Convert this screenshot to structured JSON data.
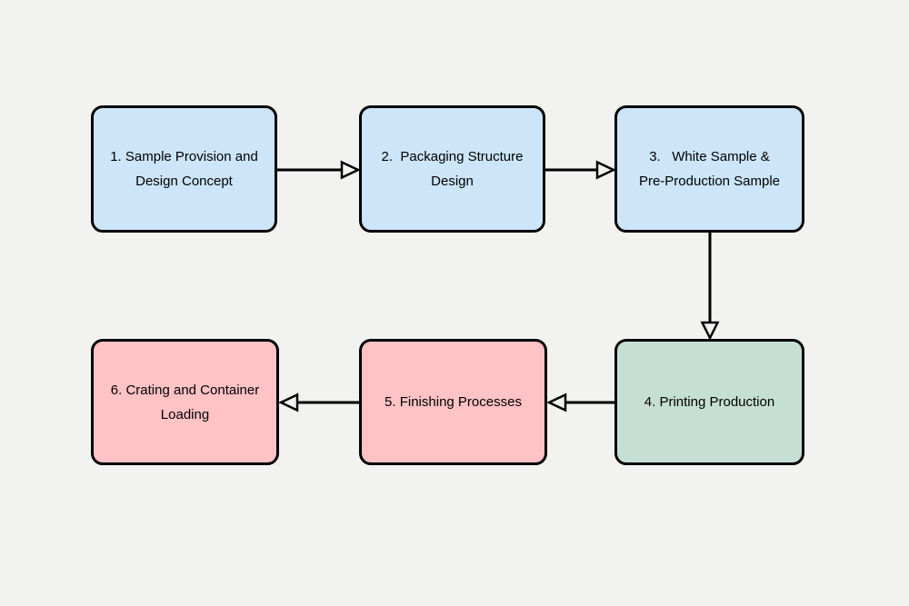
{
  "diagram": {
    "background_color": "#f2f3f1",
    "stroke_color": "#000000",
    "arrowhead_style": "open-triangle",
    "arrowhead_fill": "#f2f3f1",
    "nodes": [
      {
        "id": "step-1",
        "label": "1. Sample Provision and\nDesign Concept",
        "fill": "#cce5f9"
      },
      {
        "id": "step-2",
        "label": "2.  Packaging Structure\nDesign",
        "fill": "#cce5f9"
      },
      {
        "id": "step-3",
        "label": "3.   White Sample &\nPre-Production Sample",
        "fill": "#cce5f9"
      },
      {
        "id": "step-4",
        "label": "4. Printing Production",
        "fill": "#c6dfd5"
      },
      {
        "id": "step-5",
        "label": "5. Finishing Processes",
        "fill": "#ffc2c5"
      },
      {
        "id": "step-6",
        "label": "6. Crating and Container\nLoading",
        "fill": "#ffc2c5"
      }
    ],
    "edges": [
      {
        "from": "step-1",
        "to": "step-2",
        "direction": "right"
      },
      {
        "from": "step-2",
        "to": "step-3",
        "direction": "right"
      },
      {
        "from": "step-3",
        "to": "step-4",
        "direction": "down"
      },
      {
        "from": "step-4",
        "to": "step-5",
        "direction": "left"
      },
      {
        "from": "step-5",
        "to": "step-6",
        "direction": "left"
      }
    ]
  }
}
